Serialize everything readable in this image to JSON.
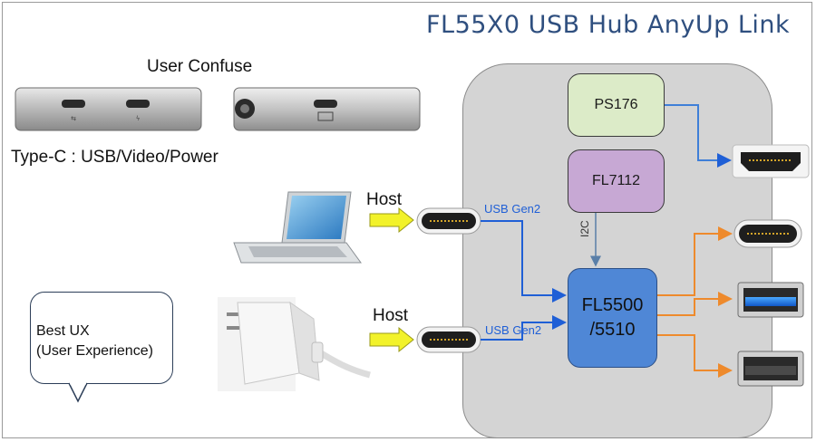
{
  "title": "FL55X0 USB Hub AnyUp Link",
  "confuse": {
    "heading": "User Confuse",
    "caption": "Type-C :  USB/Video/Power"
  },
  "bubble": {
    "line1": "Best UX",
    "line2": "(User Experience)"
  },
  "hosts": [
    {
      "label": "Host",
      "link": "USB Gen2"
    },
    {
      "label": "Host",
      "link": "USB Gen2"
    }
  ],
  "chips": {
    "ps176": "PS176",
    "fl7112": "FL7112",
    "fl5500_line1": "FL5500",
    "fl5500_line2": "/5510"
  },
  "bus_label": "I2C",
  "colors": {
    "title": "#2f4f7f",
    "panel": "#d4d4d4",
    "usb_link": "#1f5fd6",
    "downstream": "#ee8a2c",
    "host_arrow": "#f2f22a"
  }
}
